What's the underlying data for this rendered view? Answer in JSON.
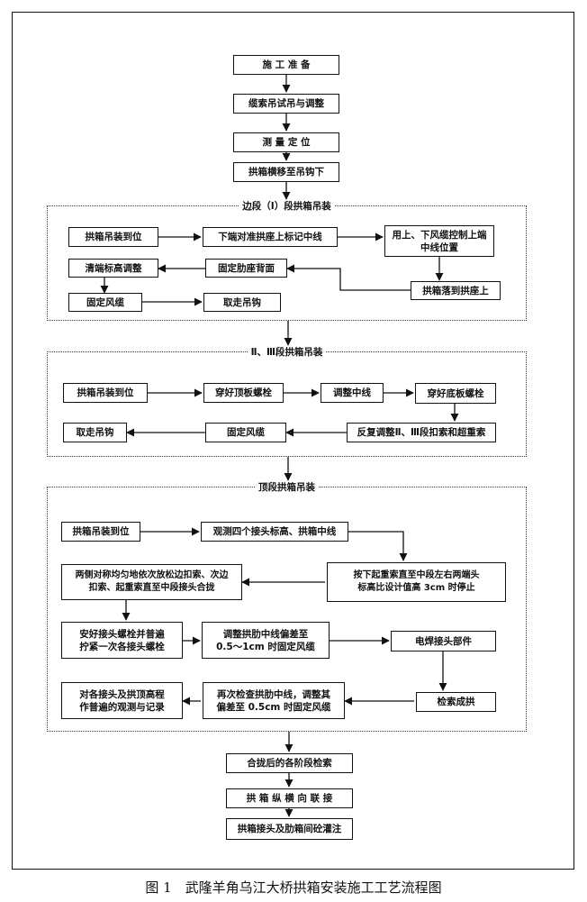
{
  "caption": "图 1　武隆羊角乌江大桥拱箱安装施工工艺流程图",
  "groups": {
    "g1": "边段（Ⅰ）段拱箱吊装",
    "g2": "Ⅱ、Ⅲ段拱箱吊装",
    "g3": "顶段拱箱吊装"
  },
  "nodes": {
    "prep": "施 工 准 备",
    "trial": "缆索吊试吊与调整",
    "survey": "测 量 定 位",
    "move": "拱箱横移至吊钩下",
    "b1_hoist": "拱箱吊装到位",
    "b1_align": "下端对准拱座上标记中线",
    "b1_cable": "用上、下风缆控制上端\n中线位置",
    "b1_clean": "清端标高调整",
    "b1_fixback": "固定肋座背面",
    "b1_land": "拱箱落到拱座上",
    "b1_wind": "固定风缆",
    "b1_hook": "取走吊钩",
    "b2_hoist": "拱箱吊装到位",
    "b2_top": "穿好顶板螺栓",
    "b2_center": "调整中线",
    "b2_bottom": "穿好底板螺栓",
    "b2_hook": "取走吊钩",
    "b2_wind": "固定风缆",
    "b2_adjust": "反复调整Ⅱ、Ⅲ段扣索和超重索",
    "b3_hoist": "拱箱吊装到位",
    "b3_observe": "观测四个接头标高、拱箱中线",
    "b3_release": "两侧对称均匀地依次放松边扣索、次边\n扣索、起重索直至中段接头合拢",
    "b3_lower": "按下起重索直至中段左右两端头\n标高比设计值高 3cm 时停止",
    "b3_bolt": "安好接头螺栓并普遍\n拧紧一次各接头螺栓",
    "b3_rib": "调整拱肋中线偏差至\n0.5～1cm 时固定风缆",
    "b3_weld": "电焊接头部件",
    "b3_record": "对各接头及拱顶高程\n作普遍的观测与记录",
    "b3_recheck": "再次检查拱肋中线，调整其\n偏差至 0.5cm 时固定风缆",
    "b3_detach": "检索成拱",
    "close_check": "合拢后的各阶段检索",
    "connect": "拱 箱 纵 横 向 联 接",
    "pour": "拱箱接头及肋箱间砼灌注"
  }
}
